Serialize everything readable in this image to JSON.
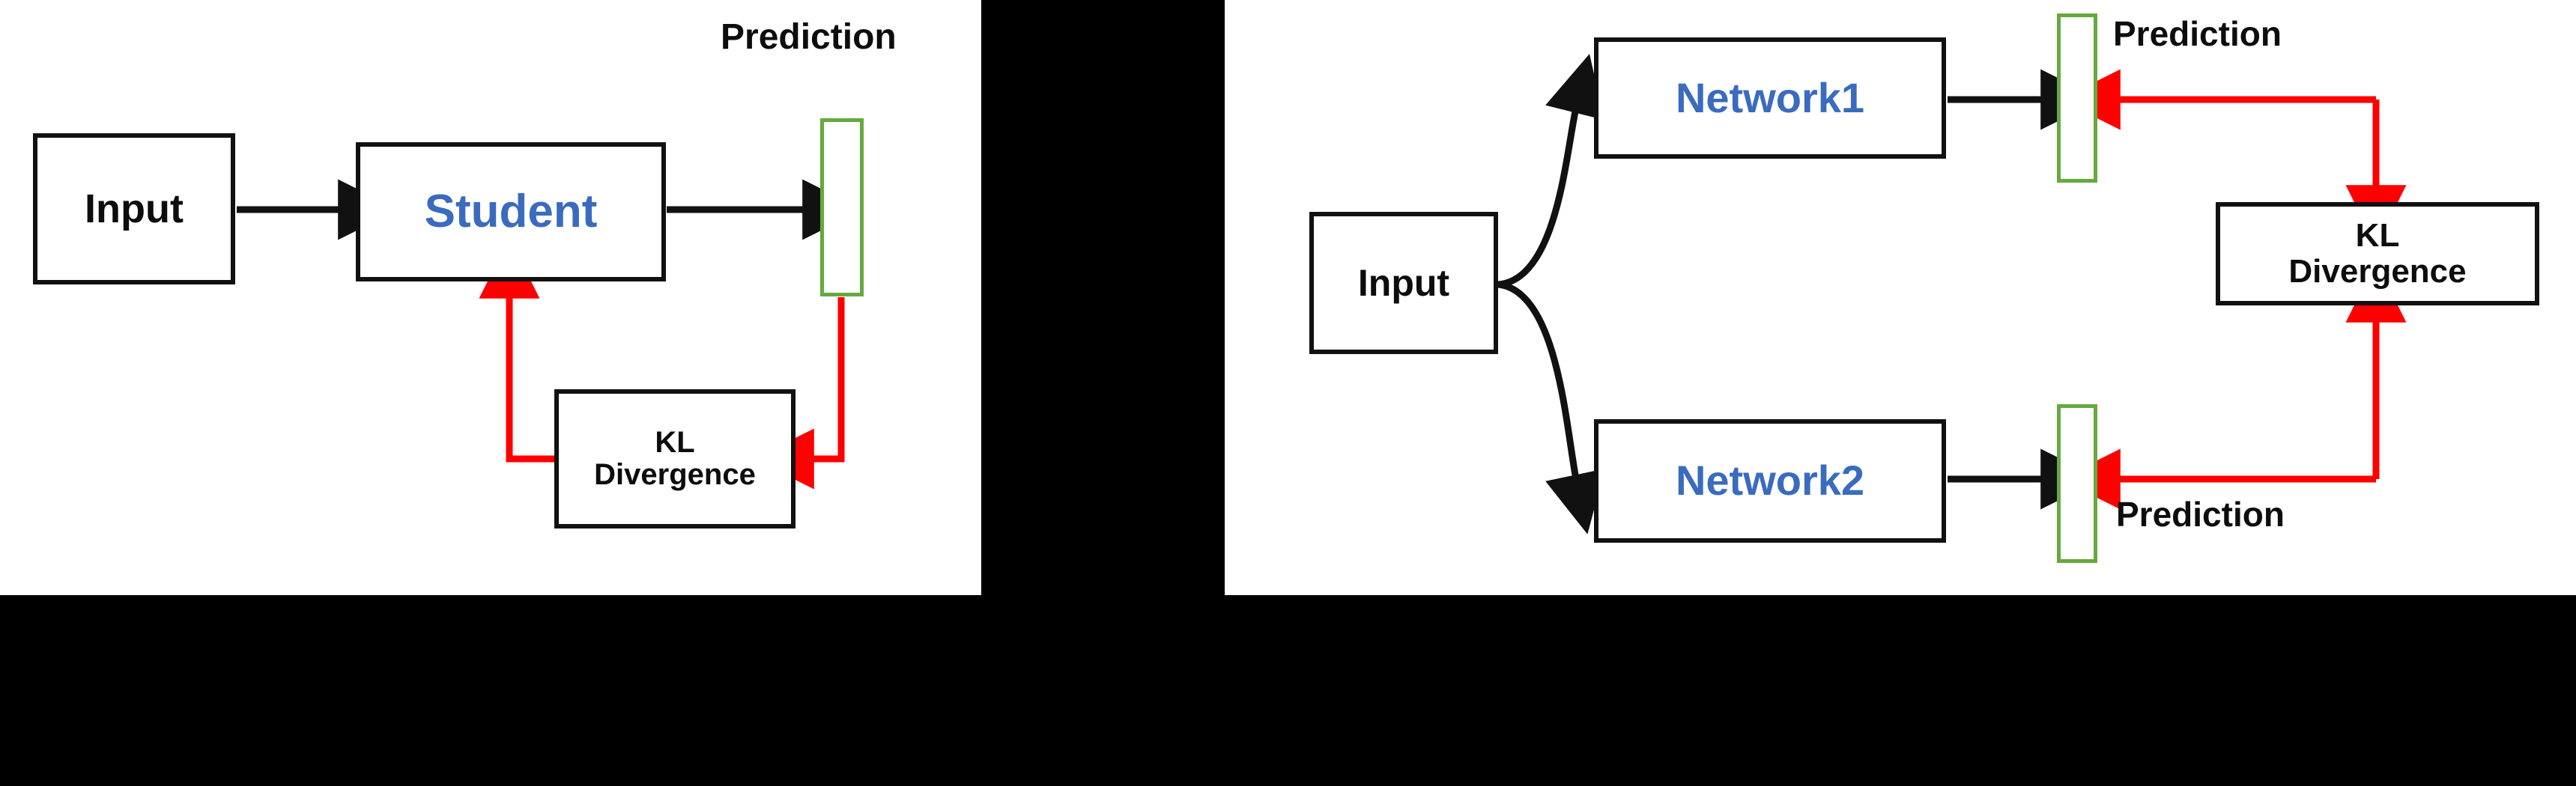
{
  "figure": {
    "type": "diagram",
    "subject": "knowledge-distillation-vs-deep-mutual-learning",
    "background_color": "#000000",
    "panel_background": "#ffffff",
    "colors": {
      "box_border": "#111111",
      "network_label_blue": "#3A6BBF",
      "forward_arrow_black": "#111111",
      "feedback_arrow_red": "#FF0000",
      "prediction_bar_green": "#66A93F"
    }
  },
  "left_panel": {
    "name": "single-network-distillation",
    "nodes": {
      "input": "Input",
      "student": "Student",
      "kl": "KL\nDivergence",
      "kl_line1": "KL",
      "kl_line2": "Divergence"
    },
    "labels": {
      "prediction": "Prediction"
    },
    "edges": [
      {
        "from": "Input",
        "to": "Student",
        "color": "#111111",
        "style": "straight"
      },
      {
        "from": "Student",
        "to": "Prediction",
        "color": "#111111",
        "style": "straight"
      },
      {
        "from": "Prediction",
        "to": "KL Divergence",
        "color": "#FF0000",
        "style": "elbow"
      },
      {
        "from": "KL Divergence",
        "to": "Student",
        "color": "#FF0000",
        "style": "elbow"
      }
    ]
  },
  "right_panel": {
    "name": "deep-mutual-learning",
    "nodes": {
      "input": "Input",
      "network1": "Network1",
      "network2": "Network2",
      "kl": "KL\nDivergence",
      "kl_line1": "KL",
      "kl_line2": "Divergence"
    },
    "labels": {
      "prediction_top": "Prediction",
      "prediction_bottom": "Prediction"
    },
    "edges": [
      {
        "from": "Input",
        "to": "Network1",
        "color": "#111111",
        "style": "curve"
      },
      {
        "from": "Input",
        "to": "Network2",
        "color": "#111111",
        "style": "curve"
      },
      {
        "from": "Network1",
        "to": "Prediction1",
        "color": "#111111",
        "style": "straight"
      },
      {
        "from": "Network2",
        "to": "Prediction2",
        "color": "#111111",
        "style": "straight"
      },
      {
        "from": "Prediction1",
        "to": "KL Divergence",
        "color": "#FF0000",
        "style": "elbow"
      },
      {
        "from": "Prediction2",
        "to": "KL Divergence",
        "color": "#FF0000",
        "style": "elbow"
      },
      {
        "from": "KL Divergence",
        "to": "Prediction1",
        "color": "#FF0000",
        "style": "elbow"
      },
      {
        "from": "KL Divergence",
        "to": "Prediction2",
        "color": "#FF0000",
        "style": "elbow"
      }
    ]
  }
}
